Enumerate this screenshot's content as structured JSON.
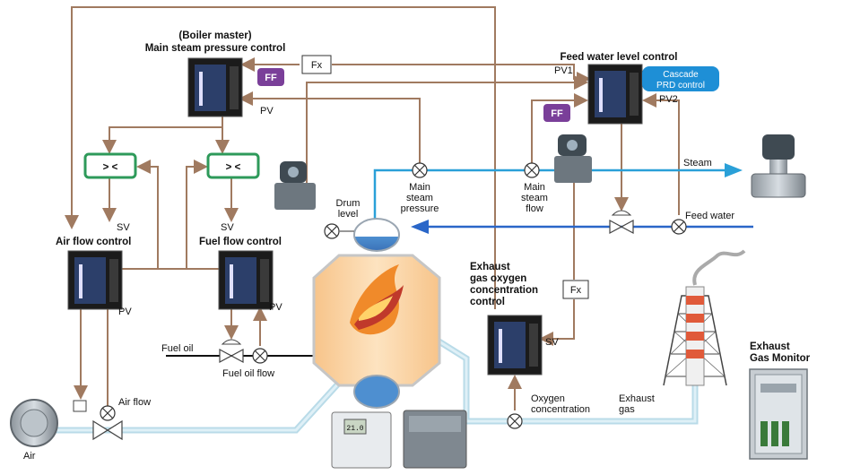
{
  "labels": {
    "boiler_master": "(Boiler master)",
    "main_steam_pressure_control": "Main steam pressure control",
    "feed_water_level_control": "Feed water level control",
    "pv1": "PV1",
    "pv2": "PV2",
    "pv": "PV",
    "sv": "SV",
    "fx": "Fx",
    "ff": "FF",
    "cascade_line1": "Cascade",
    "cascade_line2": "PRD control",
    "air_flow_control": "Air flow control",
    "fuel_flow_control": "Fuel flow control",
    "drum_level_1": "Drum",
    "drum_level_2": "level",
    "main_steam_pressure_1": "Main",
    "main_steam_pressure_2": "steam",
    "main_steam_pressure_3": "pressure",
    "main_steam_flow_1": "Main",
    "main_steam_flow_2": "steam",
    "main_steam_flow_3": "flow",
    "steam": "Steam",
    "feed_water": "Feed water",
    "exhaust_o2_1": "Exhaust",
    "exhaust_o2_2": "gas oxygen",
    "exhaust_o2_3": "concentration",
    "exhaust_o2_4": "control",
    "fuel_oil": "Fuel oil",
    "fuel_oil_flow": "Fuel oil flow",
    "air_flow": "Air flow",
    "air": "Air",
    "oxygen_1": "Oxygen",
    "oxygen_2": "concentration",
    "exhaust_gas_1": "Exhaust",
    "exhaust_gas_2": "gas",
    "monitor_1": "Exhaust",
    "monitor_2": "Gas  Monitor",
    "selector": "> <",
    "analyzer_value": "21.0"
  },
  "colors": {
    "signal": "#a07a60",
    "steam_line": "#2aa0d8",
    "feed_line": "#2a66c8",
    "ff_badge": "#7a3f99",
    "cascade_badge": "#1e8fd6",
    "selector_border": "#2e9a5a"
  }
}
